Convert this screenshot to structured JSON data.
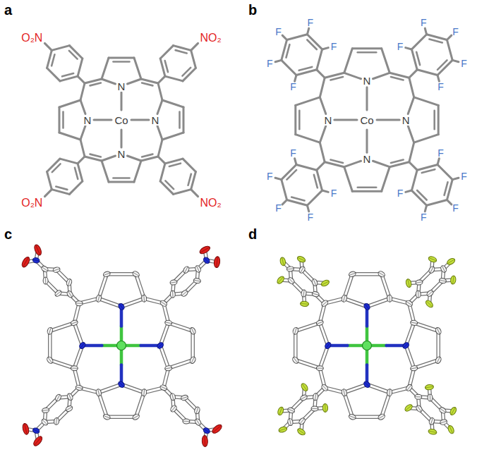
{
  "diagram": {
    "labels": [
      "a",
      "b",
      "O₂N",
      "NO₂",
      "N",
      "N",
      "Co",
      "N",
      "N",
      "O₂N",
      "NO₂",
      "F",
      "F",
      "F",
      "F",
      "F",
      "F",
      "F",
      "F",
      "F",
      "F",
      "F",
      "F",
      "F",
      "F",
      "F",
      "F",
      "F",
      "F",
      "F",
      "F",
      "N",
      "N",
      "Co",
      "N",
      "N",
      "c",
      "d"
    ]
  }
}
